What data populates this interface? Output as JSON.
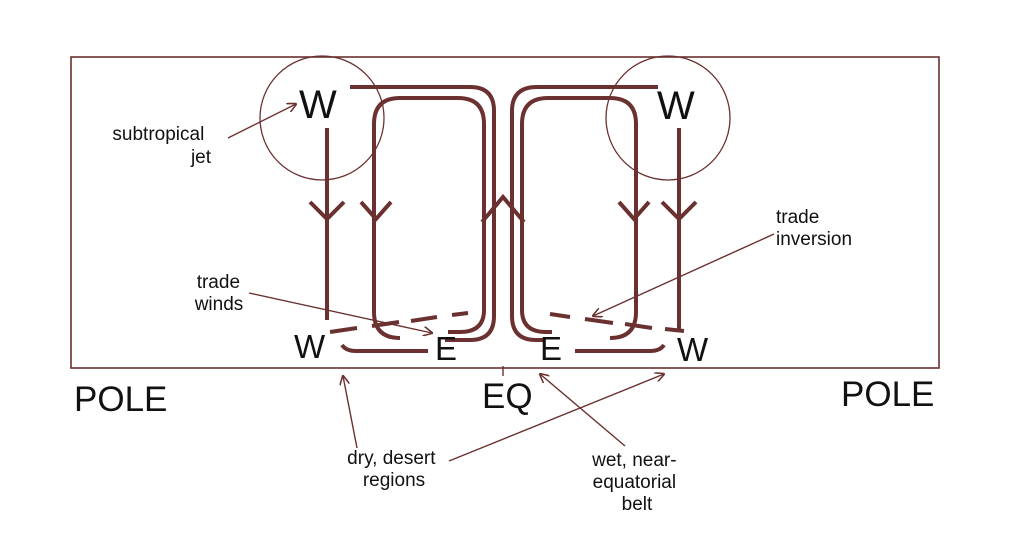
{
  "labels": {
    "pole_left": "POLE",
    "pole_right": "POLE",
    "equator": "EQ",
    "w_top_left": "W",
    "w_top_right": "W",
    "w_bottom_left": "W",
    "w_bottom_right": "W",
    "e_left": "E",
    "e_right": "E",
    "subtropical_jet": [
      "subtropical",
      "jet"
    ],
    "trade_winds": [
      "trade",
      "winds"
    ],
    "trade_inversion": [
      "trade",
      "inversion"
    ],
    "dry_desert": [
      "dry, desert",
      "regions"
    ],
    "wet_belt": [
      "wet, near-",
      "equatorial",
      "belt"
    ]
  },
  "colors": {
    "circulation": "#6b3030",
    "text": "#111111"
  }
}
